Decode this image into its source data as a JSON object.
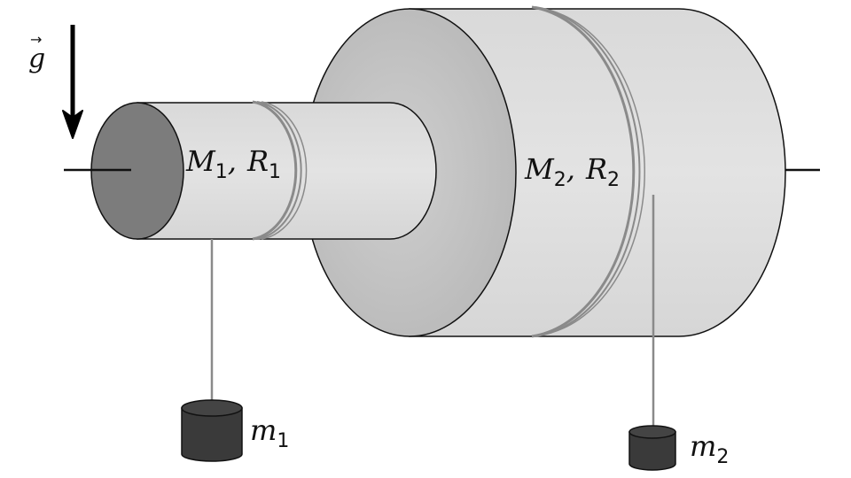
{
  "diagram": {
    "gravity": {
      "symbol": "g",
      "vector_mark": "→"
    },
    "small_cylinder": {
      "mass": "M",
      "mass_sub": "1",
      "sep": ",",
      "radius": "R",
      "radius_sub": "1"
    },
    "large_cylinder": {
      "mass": "M",
      "mass_sub": "2",
      "sep": ",",
      "radius": "R",
      "radius_sub": "2"
    },
    "hanging_mass_1": {
      "symbol": "m",
      "sub": "1"
    },
    "hanging_mass_2": {
      "symbol": "m",
      "sub": "2"
    },
    "colors": {
      "cylinder_body": "#dcdcdc",
      "large_face": "#bdbdbd",
      "small_face": "#7c7c7c",
      "string": "#8a8a8a",
      "mass_fill": "#3c3c3c",
      "outline": "#111111"
    }
  }
}
